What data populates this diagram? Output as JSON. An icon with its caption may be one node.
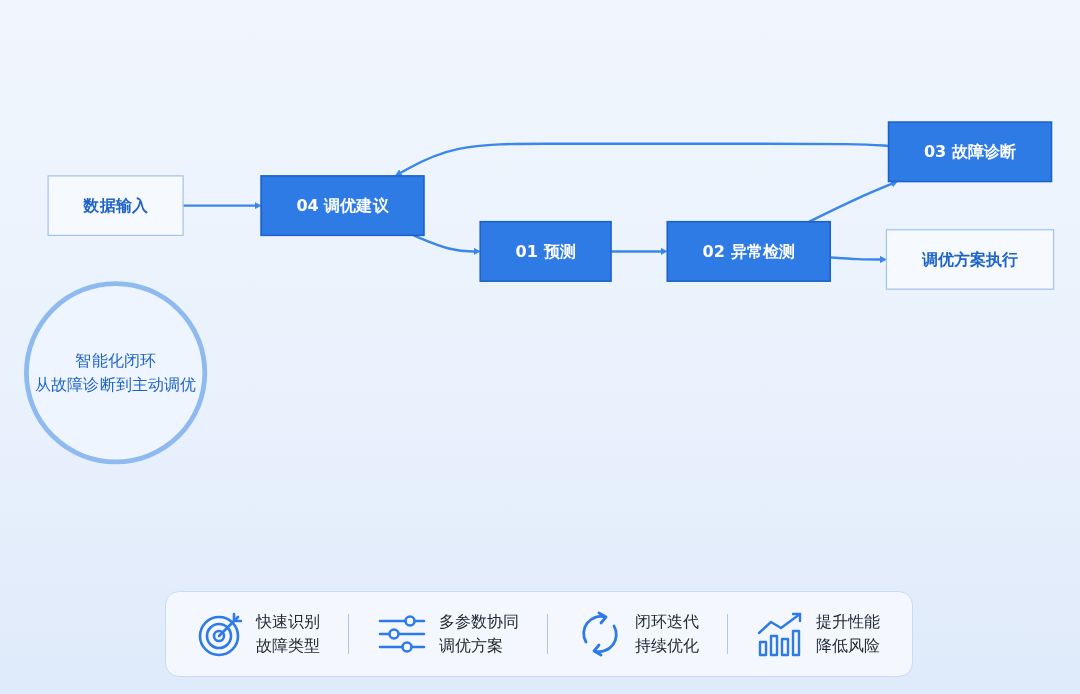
{
  "diagram": {
    "nodes": [
      {
        "text": [
          "01 预测"
        ]
      },
      {
        "text": [
          "数据输入"
        ]
      },
      {
        "text": [
          "04 调优建议"
        ]
      },
      {
        "text": [
          "智能化闭环",
          "从故障诊断到主动调优"
        ]
      },
      {
        "text": [
          "02 异常检测"
        ]
      },
      {
        "text": [
          "调优方案执行"
        ]
      },
      {
        "text": [
          "03 故障诊断"
        ]
      }
    ],
    "edges": [
      {
        "from": 1,
        "to": 2,
        "arrow": "to"
      },
      {
        "from": 2,
        "to": 0,
        "arrow": "to"
      },
      {
        "from": 0,
        "to": 4,
        "arrow": "to"
      },
      {
        "from": 4,
        "to": 6,
        "arrow": "to"
      },
      {
        "from": 6,
        "to": 2,
        "arrow": "to"
      },
      {
        "from": 4,
        "to": 5,
        "arrow": "to"
      }
    ],
    "labels": [
      "快速识别故障类型",
      "多参数协同调优方案",
      "闭环迭代持续优化",
      "提升性能降低风险"
    ]
  }
}
